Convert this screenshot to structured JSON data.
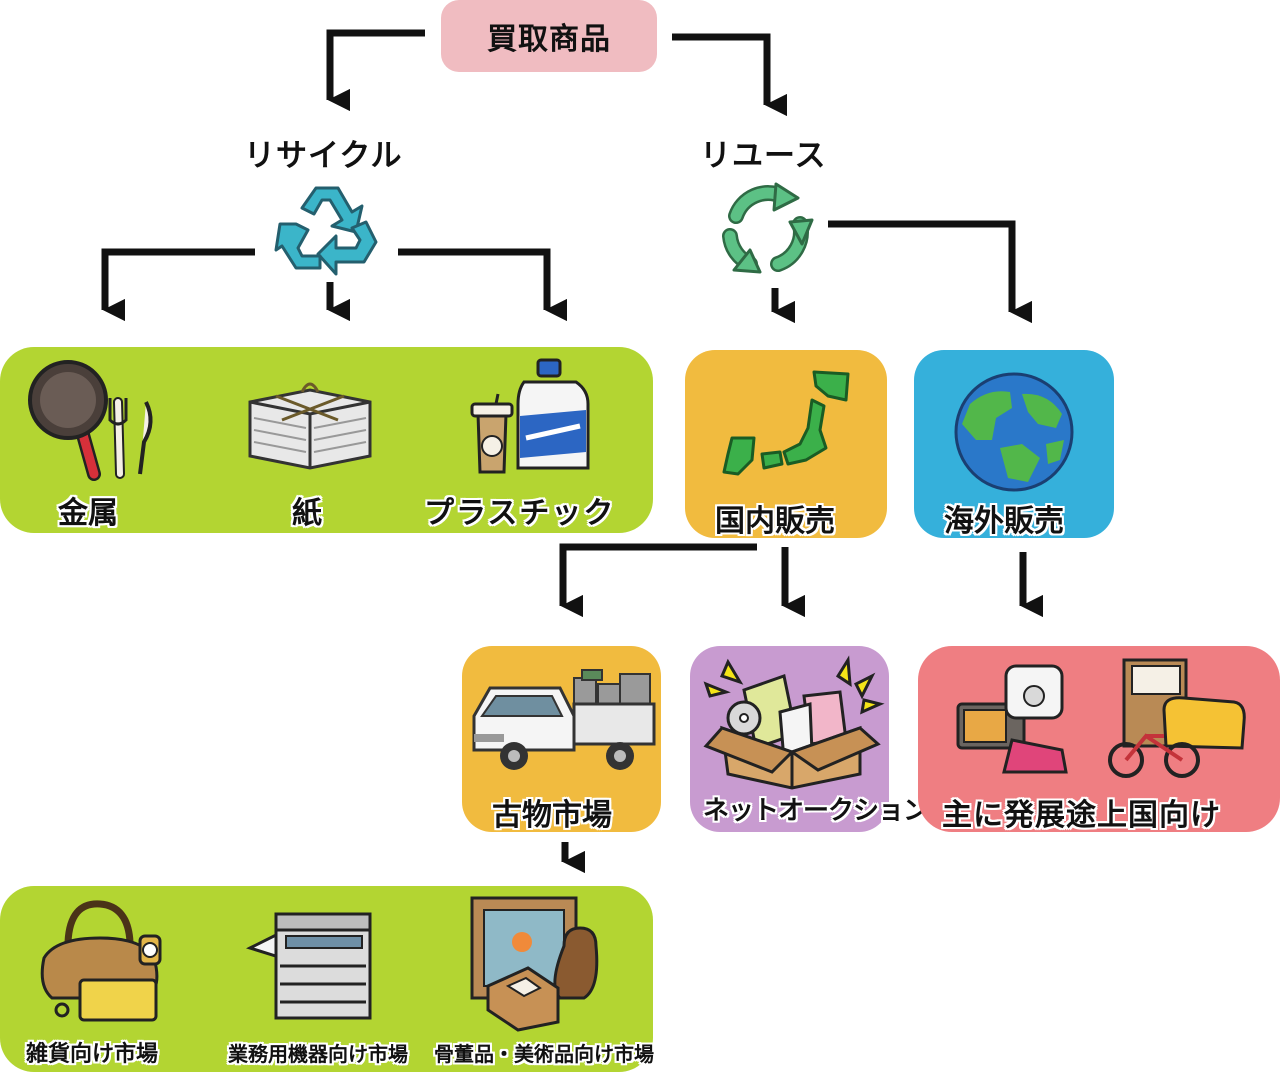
{
  "title": "買取商品",
  "branches": {
    "recycle": "リサイクル",
    "reuse": "リユース"
  },
  "recycle_items": [
    "金属",
    "紙",
    "プラスチック"
  ],
  "reuse_channels": {
    "domestic": "国内販売",
    "overseas": "海外販売"
  },
  "domestic_routes": {
    "market": "古物市場",
    "auction": "ネットオークション"
  },
  "overseas_target": "主に発展途上国向け",
  "markets": [
    "雑貨向け市場",
    "業務用機器向け市場",
    "骨董品・美術品向け市場"
  ],
  "icons": [
    "recycle-icon",
    "reuse-cycle-icon",
    "frying-pan-icon",
    "newspaper-bundle-icon",
    "plastic-bottle-icon",
    "japan-map-icon",
    "globe-icon",
    "truck-icon",
    "parcel-box-icon",
    "appliances-icon",
    "handbag-icon",
    "copier-icon",
    "antique-icon"
  ],
  "colors": {
    "title_bg": "#f0bcc1",
    "green": "#b3d532",
    "orange": "#f1bb3f",
    "blue": "#35b0db",
    "purple": "#c89bd0",
    "pink": "#ef7e82"
  }
}
